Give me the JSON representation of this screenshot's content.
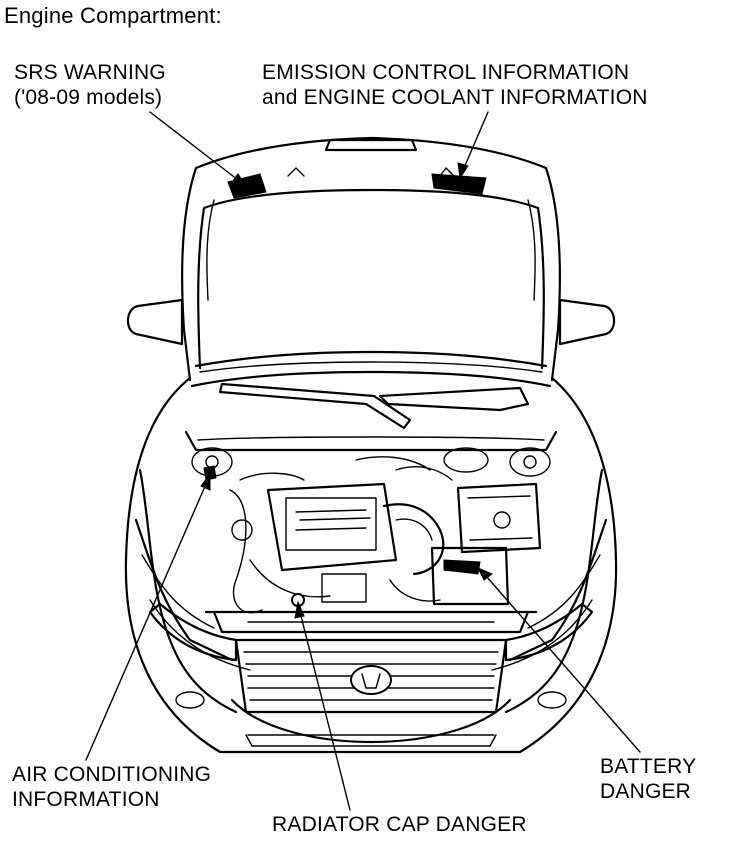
{
  "title": "Engine Compartment:",
  "labels": {
    "srs_line1": "SRS WARNING",
    "srs_line2": "('08-09 models)",
    "emission_line1": "EMISSION CONTROL INFORMATION",
    "emission_line2": "and ENGINE COOLANT INFORMATION",
    "aircon_line1": "AIR CONDITIONING",
    "aircon_line2": "INFORMATION",
    "radiator_cap": "RADIATOR CAP DANGER",
    "battery_line1": "BATTERY",
    "battery_line2": "DANGER"
  }
}
